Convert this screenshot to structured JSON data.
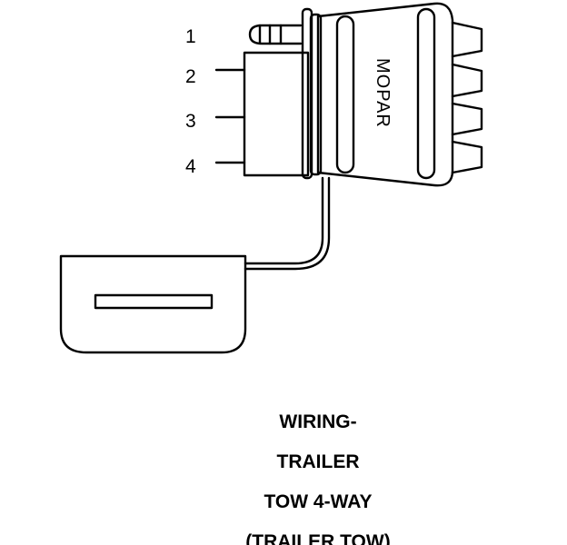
{
  "diagram": {
    "pin_labels": [
      "1",
      "2",
      "3",
      "4"
    ],
    "brand": "MOPAR",
    "caption": [
      "WIRING-",
      "TRAILER",
      "TOW 4-WAY",
      "(TRAILER TOW)"
    ]
  }
}
